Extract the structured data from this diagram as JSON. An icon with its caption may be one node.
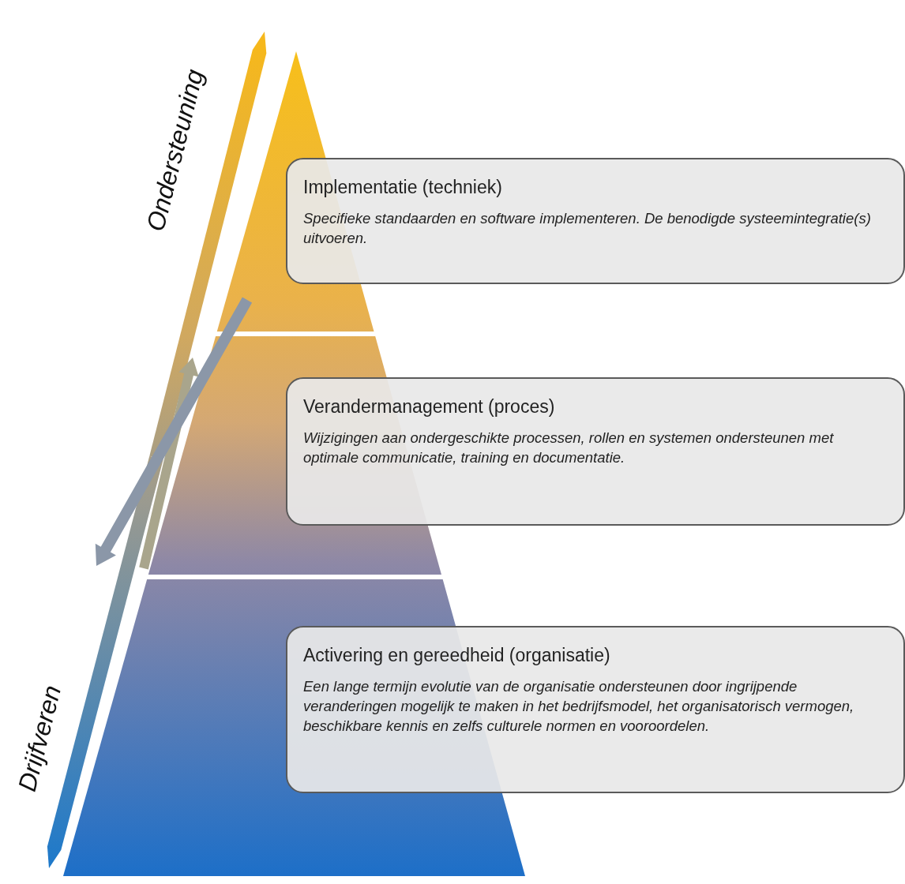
{
  "diagram": {
    "nodes": [
      {
        "text": [
          "Implementatie (techniek)",
          "Specifieke standaarden en software implementeren. De benodigde systeemintegratie(s) uitvoeren."
        ]
      },
      {
        "text": [
          "Verandermanagement (proces)",
          "Wijzigingen aan ondergeschikte processen, rollen en systemen ondersteunen met optimale communicatie, training en documentatie."
        ]
      },
      {
        "text": [
          "Activering en gereedheid (organisatie)",
          "Een lange termijn evolutie van de organisatie ondersteunen door ingrijpende veranderingen mogelijk te maken in het bedrijfsmodel, het organisatorisch vermogen, beschikbare kennis en zelfs culturele normen en vooroordelen."
        ]
      }
    ],
    "labels": [
      "Ondersteuning",
      "Drijfveren"
    ]
  }
}
